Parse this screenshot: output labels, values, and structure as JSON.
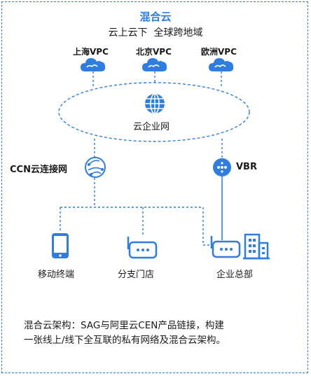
{
  "title": "混合云",
  "subtitle": "云上云下  全球跨地域",
  "vpcs": [
    "上海VPC",
    "北京VPC",
    "欧洲VPC"
  ],
  "cloud_enterprise_net_label": "云企业网",
  "ccn_label": "CCN云连接网",
  "vbr_label": "VBR",
  "endpoints": [
    "移动终端",
    "分支门店",
    "企业总部"
  ],
  "footer_line1": "混合云架构：SAG与阿里云CEN产品链接，构建",
  "footer_line2": "一张线上/线下全互联的私有网络及混合云架构。",
  "colors": {
    "accent": "#2f7de1",
    "icon_blue": "#2f7de1"
  },
  "icons": [
    "cloud-icon",
    "globe-icon",
    "ccn-icon",
    "vbr-icon",
    "phone-icon",
    "sag-device-icon",
    "building-icon"
  ]
}
